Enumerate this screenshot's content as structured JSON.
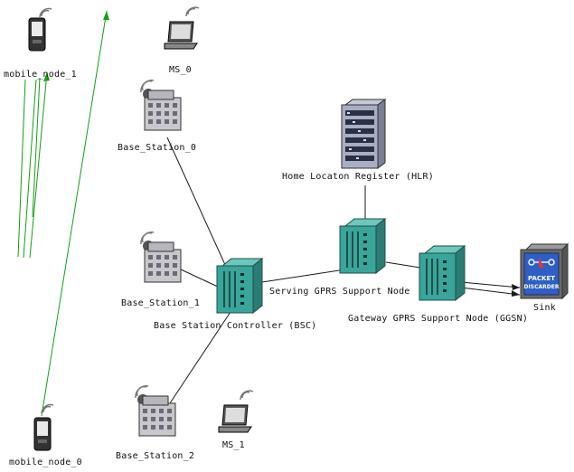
{
  "colors": {
    "background": "#ffffff",
    "link": "#1a1a1a",
    "radio": "#12a012",
    "router_body": "#3aa59a",
    "building": "#c8c8cc",
    "sink_blue": "#2f5fc4"
  },
  "nodes": {
    "mobile_node_1": {
      "label": "mobile_node_1",
      "icon": "pda-icon"
    },
    "mobile_node_0": {
      "label": "mobile_node_0",
      "icon": "pda-icon"
    },
    "ms_0": {
      "label": "MS_0",
      "icon": "laptop-icon"
    },
    "ms_1": {
      "label": "MS_1",
      "icon": "laptop-icon"
    },
    "base_station_0": {
      "label": "Base_Station_0",
      "icon": "base-station-icon"
    },
    "base_station_1": {
      "label": "Base_Station_1",
      "icon": "base-station-icon"
    },
    "base_station_2": {
      "label": "Base_Station_2",
      "icon": "base-station-icon"
    },
    "bsc": {
      "label": "Base Station Controller (BSC)",
      "icon": "router-icon"
    },
    "sgsn": {
      "label": "Serving GPRS Support Node",
      "icon": "router-icon"
    },
    "ggsn": {
      "label": "Gateway GPRS Support Node (GGSN)",
      "icon": "router-icon"
    },
    "hlr": {
      "label": "Home Locaton Register (HLR)",
      "icon": "server-rack-icon"
    },
    "sink": {
      "label": "Sink",
      "icon": "packet-discarder-icon",
      "icon_text_1": "PACKET",
      "icon_text_2": "DISCARDER"
    }
  },
  "links": [
    {
      "from": "base_station_0",
      "to": "bsc",
      "kind": "wired"
    },
    {
      "from": "base_station_1",
      "to": "bsc",
      "kind": "wired"
    },
    {
      "from": "base_station_2",
      "to": "bsc",
      "kind": "wired"
    },
    {
      "from": "bsc",
      "to": "sgsn",
      "kind": "wired"
    },
    {
      "from": "hlr",
      "to": "sgsn",
      "kind": "wired"
    },
    {
      "from": "sgsn",
      "to": "ggsn",
      "kind": "wired"
    },
    {
      "from": "ggsn",
      "to": "sink",
      "kind": "wired"
    },
    {
      "from": "ggsn",
      "to": "sink",
      "kind": "wired"
    },
    {
      "from": "mobile_node_1",
      "to": "mobile_node_1",
      "kind": "radio-trace"
    },
    {
      "from": "mobile_node_0",
      "to": "mobile_node_0",
      "kind": "radio-trace"
    }
  ]
}
